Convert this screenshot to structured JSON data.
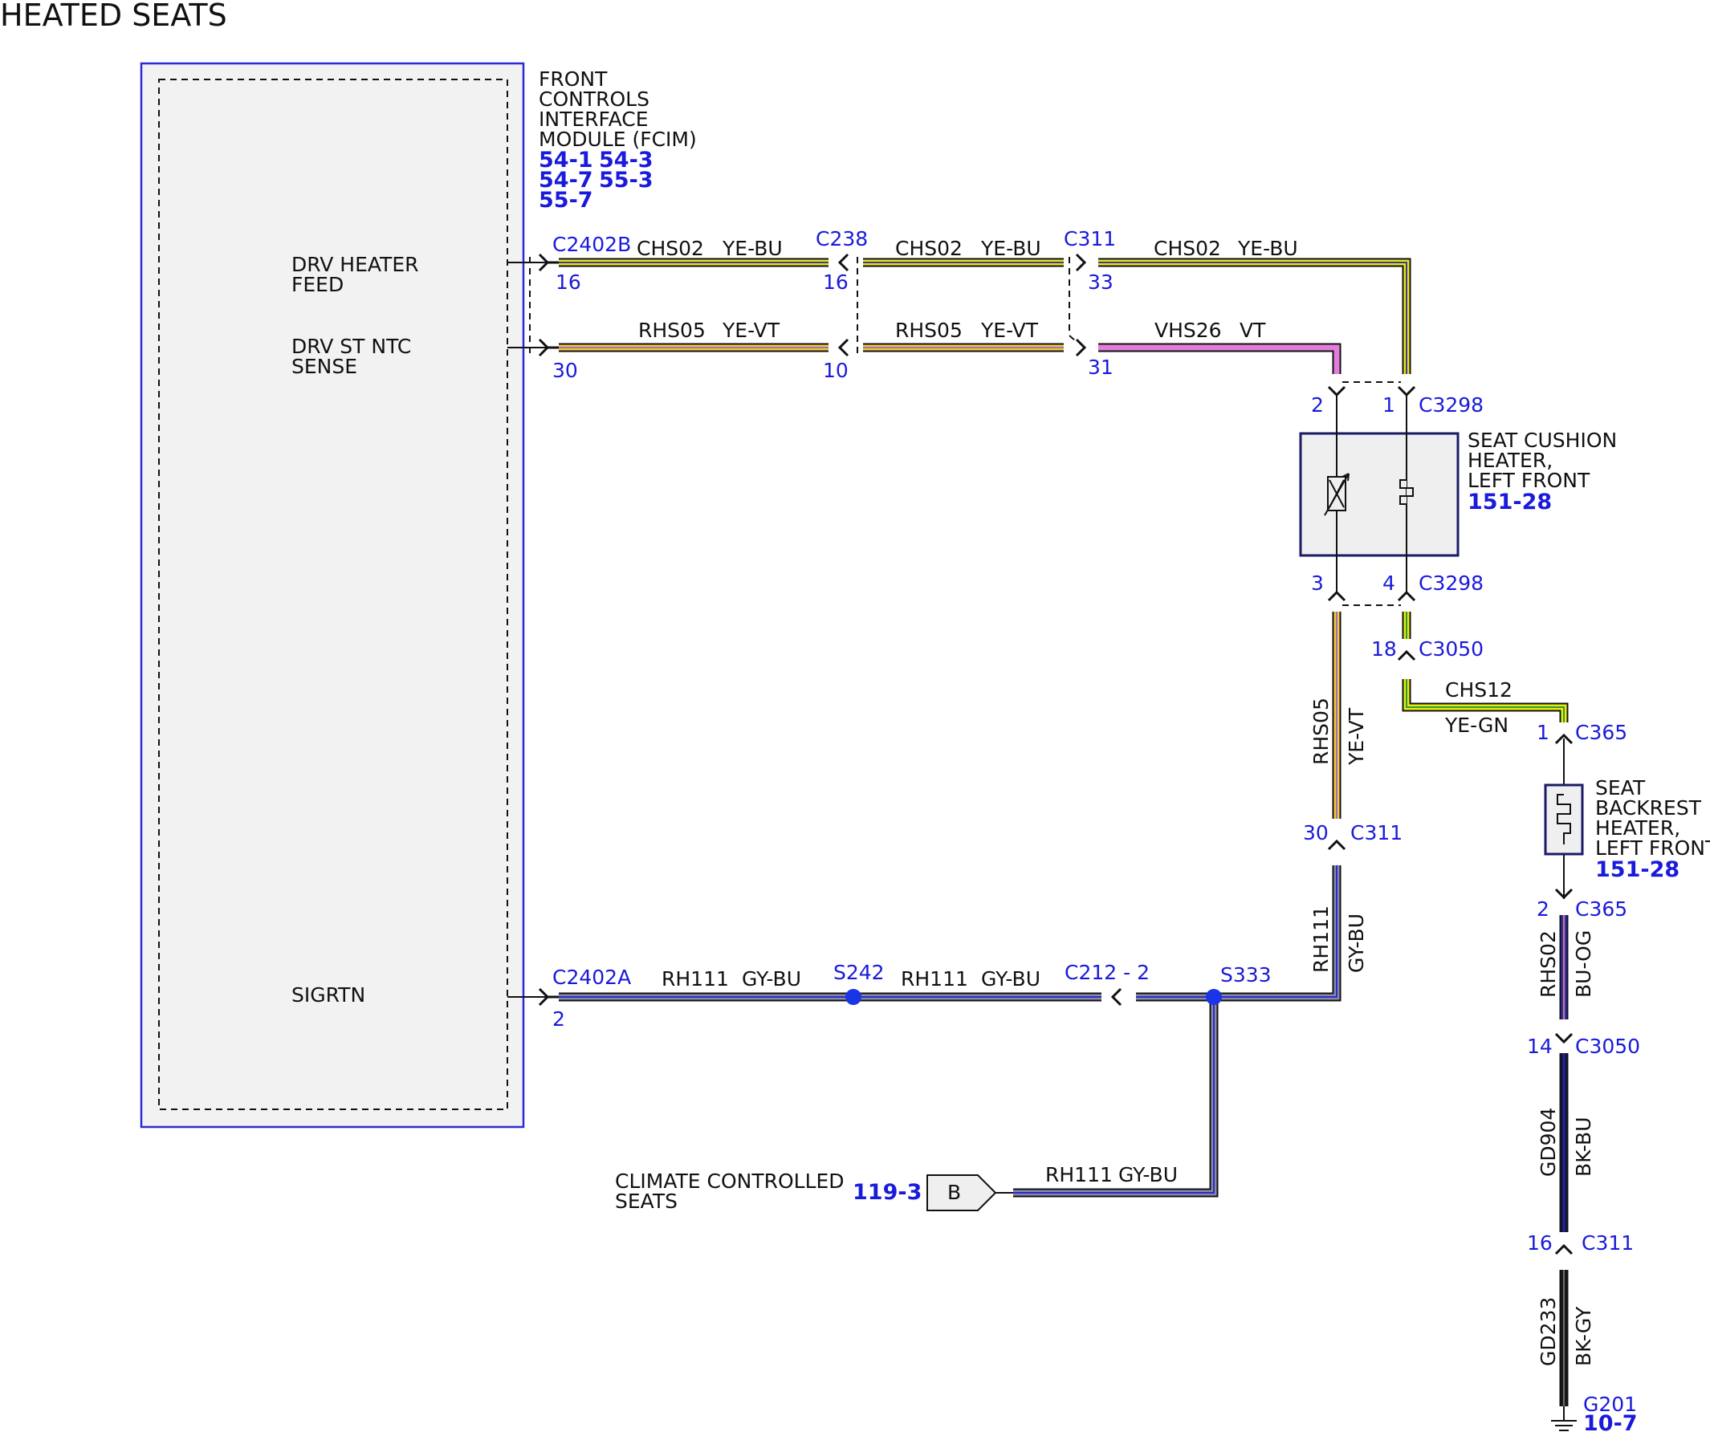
{
  "title": "HEATED SEATS",
  "colors": {
    "YE-BU": [
      "#111111",
      "#e8e41a",
      "#3b3b9a"
    ],
    "YE-VT": [
      "#111111",
      "#f2cc2a",
      "#a06ad8"
    ],
    "YE-GN": [
      "#111111",
      "#e8ec10",
      "#2f9a35"
    ],
    "VT": [
      "#111111",
      "#e37ddb",
      "#e37ddb"
    ],
    "GY-BU": [
      "#111111",
      "#888aa8",
      "#2a2ad0"
    ],
    "BU-OG": [
      "#111111",
      "#2a2ad8",
      "#e08020"
    ],
    "BK-BU": [
      "#111111",
      "#1a1a3a",
      "#2020d8"
    ],
    "BK-GY": [
      "#111111",
      "#1a1a1a",
      "#6d6d6d"
    ],
    "module_border": "#2a2ad8",
    "module_fill": "#f2f2f2",
    "splice": "#1a35e6",
    "ref": "#1a1adb"
  },
  "module": {
    "name_lines": [
      "FRONT",
      "CONTROLS",
      "INTERFACE",
      "MODULE (FCIM)"
    ],
    "refs": [
      "54-1",
      "54-3",
      "54-7",
      "55-3",
      "55-7"
    ],
    "pins": {
      "drv_heater_feed": [
        "DRV HEATER",
        "FEED"
      ],
      "drv_st_ntc_sense": [
        "DRV ST NTC",
        "SENSE"
      ],
      "sigrtn": [
        "SIGRTN"
      ]
    }
  },
  "connectors": {
    "c2402b": {
      "name": "C2402B",
      "pin_feed": "16",
      "pin_sense": "30"
    },
    "c238": {
      "name": "C238",
      "pin_feed": "16",
      "pin_sense": "10"
    },
    "c311_top": {
      "name": "C311",
      "pin_feed": "33",
      "pin_sense": "31"
    },
    "c3298_top": {
      "name": "C3298",
      "pin_a": "2",
      "pin_b": "1"
    },
    "c3298_bottom": {
      "name": "C3298",
      "pin_a": "3",
      "pin_b": "4"
    },
    "c3050_top": {
      "name": "C3050",
      "pin": "18"
    },
    "c365_top": {
      "name": "C365",
      "pin": "1"
    },
    "c365_bottom": {
      "name": "C365",
      "pin": "2"
    },
    "c3050_bottom": {
      "name": "C3050",
      "pin": "14"
    },
    "c311_right": {
      "name": "C311",
      "pin": "16"
    },
    "c311_mid": {
      "name": "C311",
      "pin": "30"
    },
    "c2402a": {
      "name": "C2402A",
      "pin": "2"
    },
    "c212": {
      "name": "C212 - 2"
    }
  },
  "splices": {
    "s242": "S242",
    "s333": "S333"
  },
  "wires": {
    "chs02": {
      "circuit": "CHS02",
      "color": "YE-BU"
    },
    "rhs05": {
      "circuit": "RHS05",
      "color": "YE-VT"
    },
    "vhs26": {
      "circuit": "VHS26",
      "color": "VT"
    },
    "chs12": {
      "circuit": "CHS12",
      "color": "YE-GN"
    },
    "rh111": {
      "circuit": "RH111",
      "color": "GY-BU"
    },
    "rhs02": {
      "circuit": "RHS02",
      "color": "BU-OG"
    },
    "gd904": {
      "circuit": "GD904",
      "color": "BK-BU"
    },
    "gd233": {
      "circuit": "GD233",
      "color": "BK-GY"
    }
  },
  "components": {
    "cushion": {
      "name_lines": [
        "SEAT CUSHION",
        "HEATER,",
        "LEFT FRONT"
      ],
      "ref": "151-28"
    },
    "backrest": {
      "name_lines": [
        "SEAT",
        "BACKREST",
        "HEATER,",
        "LEFT FRONT"
      ],
      "ref": "151-28"
    }
  },
  "ground": {
    "name": "G201",
    "ref": "10-7"
  },
  "offpage": {
    "label_lines": [
      "CLIMATE CONTROLLED",
      "SEATS"
    ],
    "ref": "119-3",
    "tag": "B"
  }
}
